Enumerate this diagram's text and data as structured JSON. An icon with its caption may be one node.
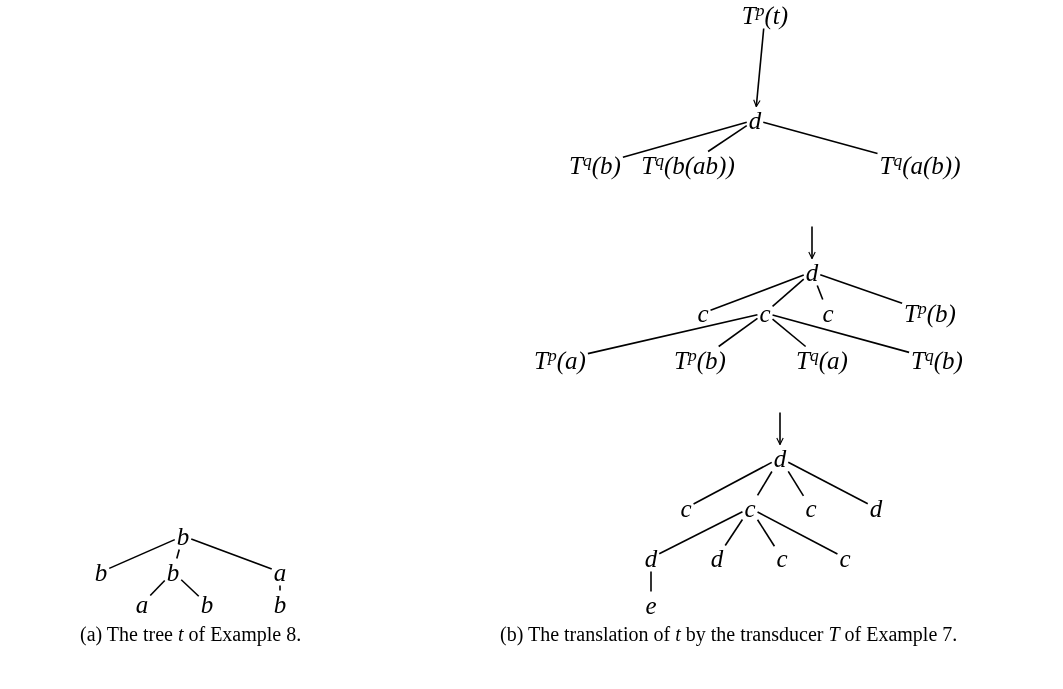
{
  "diagram": {
    "nodes": [
      {
        "text": [
          "b"
        ]
      },
      {
        "text": [
          "b"
        ]
      },
      {
        "text": [
          "b"
        ]
      },
      {
        "text": [
          "a"
        ]
      },
      {
        "text": [
          "a"
        ]
      },
      {
        "text": [
          "b"
        ]
      },
      {
        "text": [
          "b"
        ]
      },
      {
        "text": [
          "T$^{p}$(t)"
        ]
      },
      {
        "text": [
          "d"
        ]
      },
      {
        "text": [
          "T$^{q}$(b)"
        ]
      },
      {
        "text": [
          "T$^{q}$(b(ab))"
        ]
      },
      {
        "text": [
          "T$^{q}$(a(b))"
        ]
      },
      {
        "text": [
          "d"
        ]
      },
      {
        "text": [
          "c"
        ]
      },
      {
        "text": [
          "c"
        ]
      },
      {
        "text": [
          "c"
        ]
      },
      {
        "text": [
          "T$^{p}$(b)"
        ]
      },
      {
        "text": [
          "T$^{p}$(a)"
        ]
      },
      {
        "text": [
          "T$^{p}$(b)"
        ]
      },
      {
        "text": [
          "T$^{q}$(a)"
        ]
      },
      {
        "text": [
          "T$^{q}$(b)"
        ]
      },
      {
        "text": [
          "d"
        ]
      },
      {
        "text": [
          "c"
        ]
      },
      {
        "text": [
          "c"
        ]
      },
      {
        "text": [
          "c"
        ]
      },
      {
        "text": [
          "d"
        ]
      },
      {
        "text": [
          "d"
        ]
      },
      {
        "text": [
          "d"
        ]
      },
      {
        "text": [
          "c"
        ]
      },
      {
        "text": [
          "c"
        ]
      },
      {
        "text": [
          "e"
        ]
      }
    ],
    "edges": [
      {
        "from": 0,
        "to": 1,
        "arrow": "none"
      },
      {
        "from": 0,
        "to": 2,
        "arrow": "none"
      },
      {
        "from": 0,
        "to": 3,
        "arrow": "none"
      },
      {
        "from": 2,
        "to": 4,
        "arrow": "none"
      },
      {
        "from": 2,
        "to": 5,
        "arrow": "none"
      },
      {
        "from": 3,
        "to": 6,
        "arrow": "none"
      },
      {
        "from": 7,
        "to": 8,
        "arrow": "to"
      },
      {
        "from": 8,
        "to": 9,
        "arrow": "none"
      },
      {
        "from": 8,
        "to": 10,
        "arrow": "none"
      },
      {
        "from": 8,
        "to": 11,
        "arrow": "none"
      },
      {
        "from": null,
        "to": 12,
        "arrow": "to"
      },
      {
        "from": 12,
        "to": 13,
        "arrow": "none"
      },
      {
        "from": 12,
        "to": 14,
        "arrow": "none"
      },
      {
        "from": 12,
        "to": 15,
        "arrow": "none"
      },
      {
        "from": 12,
        "to": 16,
        "arrow": "none"
      },
      {
        "from": 14,
        "to": 17,
        "arrow": "none"
      },
      {
        "from": 14,
        "to": 18,
        "arrow": "none"
      },
      {
        "from": 14,
        "to": 19,
        "arrow": "none"
      },
      {
        "from": 14,
        "to": 20,
        "arrow": "none"
      },
      {
        "from": null,
        "to": 21,
        "arrow": "to"
      },
      {
        "from": 21,
        "to": 22,
        "arrow": "none"
      },
      {
        "from": 21,
        "to": 23,
        "arrow": "none"
      },
      {
        "from": 21,
        "to": 24,
        "arrow": "none"
      },
      {
        "from": 21,
        "to": 25,
        "arrow": "none"
      },
      {
        "from": 23,
        "to": 26,
        "arrow": "none"
      },
      {
        "from": 23,
        "to": 27,
        "arrow": "none"
      },
      {
        "from": 23,
        "to": 28,
        "arrow": "none"
      },
      {
        "from": 23,
        "to": 29,
        "arrow": "none"
      },
      {
        "from": 26,
        "to": 30,
        "arrow": "none"
      }
    ],
    "labels": [
      "(a) The tree *t* of Example 8.",
      "(b) The translation of *t* by the transducer *T* of Example 7."
    ]
  }
}
